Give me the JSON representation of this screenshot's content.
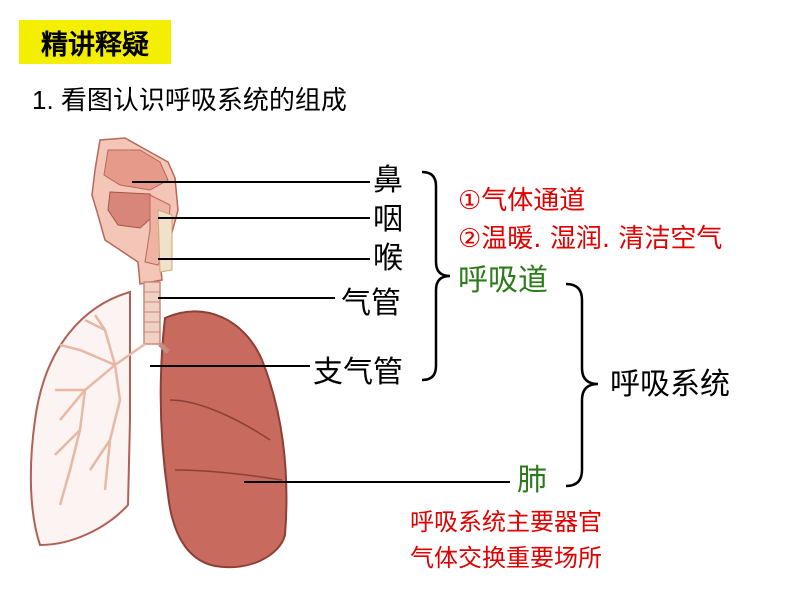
{
  "header": {
    "badge": "精讲释疑",
    "subtitle": "1. 看图认识呼吸系统的组成"
  },
  "organs": {
    "nose": "鼻",
    "pharynx": "咽",
    "larynx": "喉",
    "trachea": "气管",
    "bronchi": "支气管",
    "lung": "肺"
  },
  "groups": {
    "respiratory_tract": "呼吸道",
    "respiratory_system": "呼吸系统"
  },
  "functions": {
    "tract_1": "①气体通道",
    "tract_2": "②温暖. 湿润. 清洁空气",
    "lung_1": "呼吸系统主要器官",
    "lung_2": "气体交换重要场所"
  },
  "colors": {
    "badge_bg": "#f4ef00",
    "green": "#2d7a1b",
    "red": "#e00000",
    "lung": "#c86a5e"
  }
}
